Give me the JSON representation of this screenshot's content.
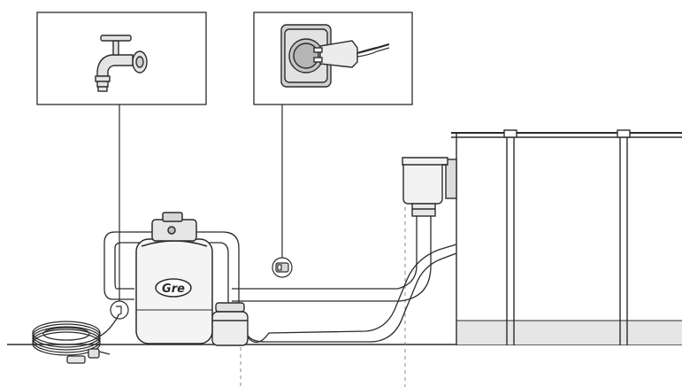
{
  "filter": {
    "brand_label": "Gre"
  },
  "callouts": [
    {
      "id": "water-tap",
      "icon": "water-tap-icon"
    },
    {
      "id": "power-outlet",
      "icon": "power-outlet-plug-icon"
    }
  ],
  "colors": {
    "line": "#2b2b2b",
    "panel_fill": "#d9d9d9",
    "water": "#e6e6e6",
    "background": "#ffffff"
  }
}
